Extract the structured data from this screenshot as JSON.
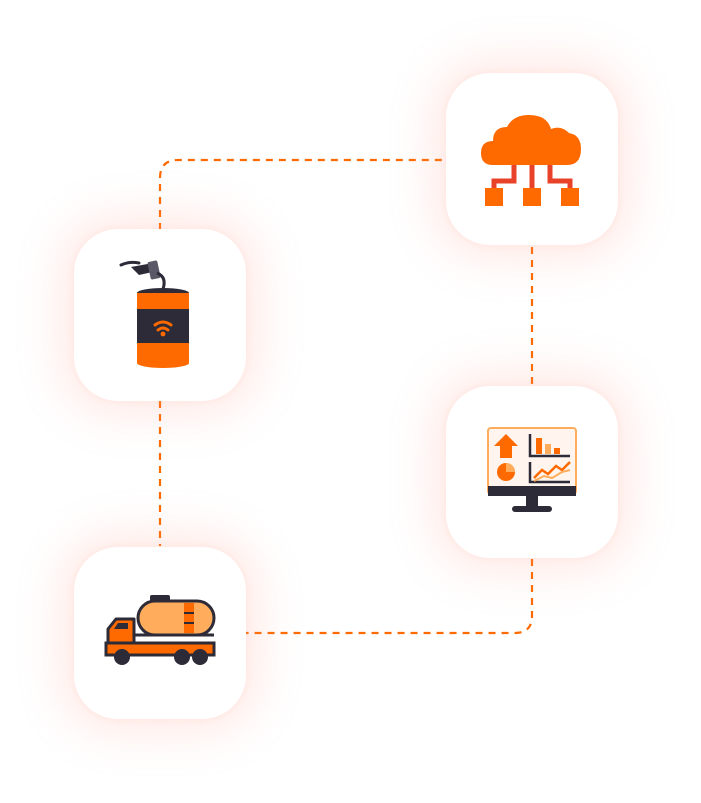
{
  "colors": {
    "accent": "#ff6a00",
    "accent_light": "#ffad5c",
    "dark": "#2d2b37",
    "red": "#e8432a",
    "connector": "#ff6a00"
  },
  "nodes": [
    {
      "id": "cloud",
      "icon": "cloud-network-icon"
    },
    {
      "id": "tank",
      "icon": "smart-fuel-tank-icon"
    },
    {
      "id": "dashboard",
      "icon": "analytics-dashboard-icon"
    },
    {
      "id": "truck",
      "icon": "fuel-tanker-truck-icon"
    }
  ],
  "edges": [
    {
      "from": "tank",
      "to": "cloud"
    },
    {
      "from": "cloud",
      "to": "dashboard"
    },
    {
      "from": "dashboard",
      "to": "truck"
    },
    {
      "from": "tank",
      "to": "truck"
    }
  ]
}
